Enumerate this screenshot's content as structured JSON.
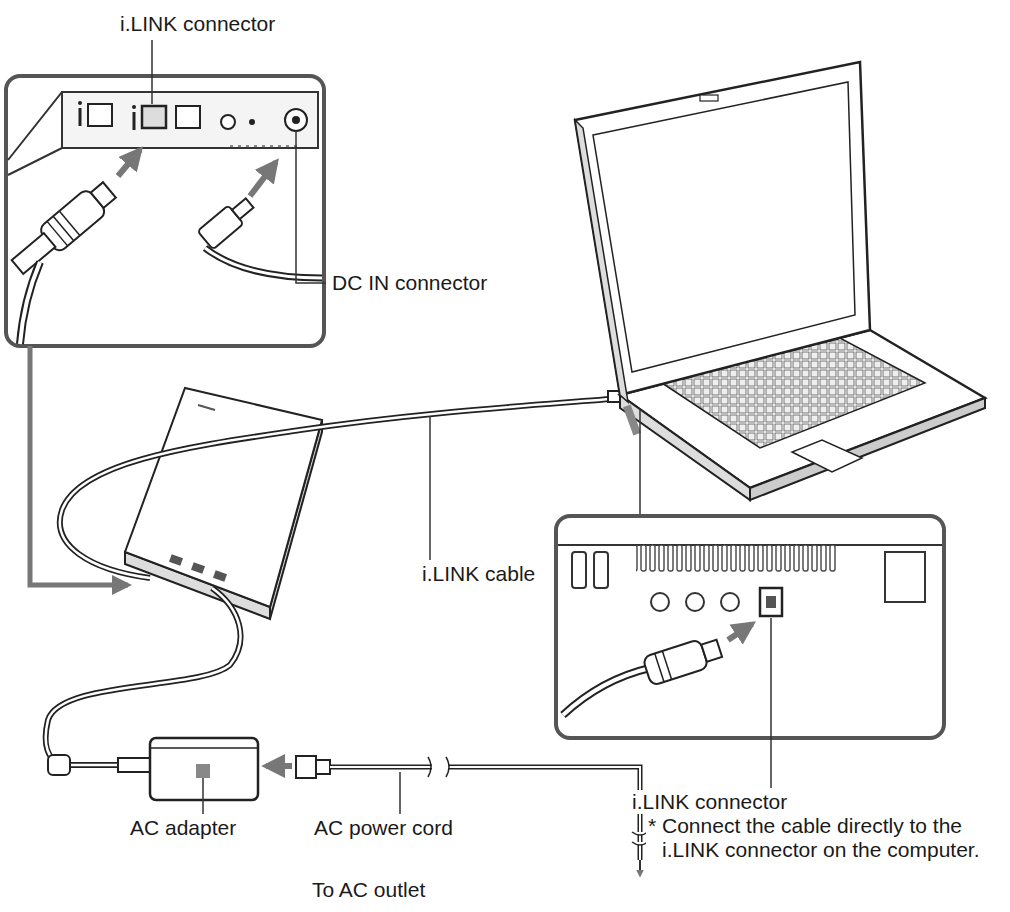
{
  "diagram": {
    "labels": [
      "i.LINK connector",
      "DC IN connector",
      "i.LINK cable",
      "AC adapter",
      "AC power cord",
      "To AC outlet",
      "i.LINK connector",
      "* Connect the cable directly to the i.LINK connector on the computer."
    ]
  }
}
